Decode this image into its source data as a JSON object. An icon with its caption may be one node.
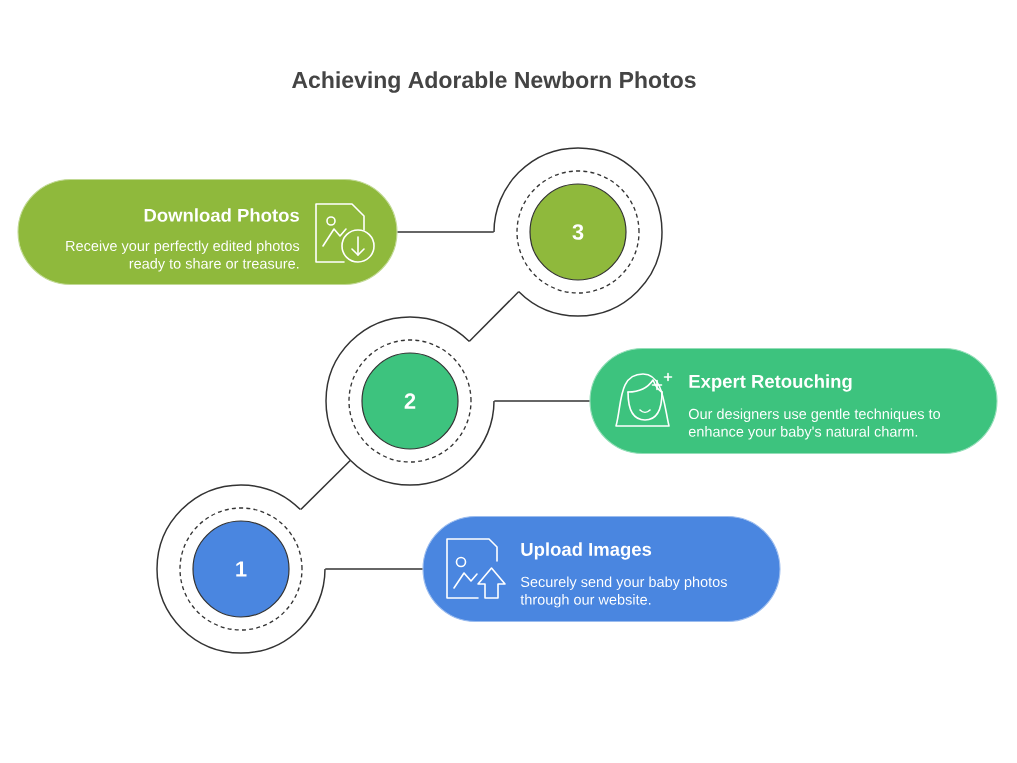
{
  "diagram": {
    "title": "Achieving Adorable Newborn Photos",
    "nodes": [
      {
        "text": [
          "Download Photos",
          "Receive your perfectly edited photos ready to share or treasure."
        ]
      },
      {
        "text": [
          "3"
        ]
      },
      {
        "text": [
          "2"
        ]
      },
      {
        "text": [
          "Expert Retouching",
          "Our designers use gentle techniques to enhance your baby's natural charm."
        ]
      },
      {
        "text": [
          "1"
        ]
      },
      {
        "text": [
          "Upload Images",
          "Securely send your baby photos through our website."
        ]
      }
    ],
    "edges": [
      {
        "from": 1,
        "to": 0,
        "arrow": "none"
      },
      {
        "from": 2,
        "to": 1,
        "arrow": "none"
      },
      {
        "from": 2,
        "to": 3,
        "arrow": "none"
      },
      {
        "from": 4,
        "to": 2,
        "arrow": "none"
      },
      {
        "from": 4,
        "to": 5,
        "arrow": "none"
      }
    ]
  }
}
